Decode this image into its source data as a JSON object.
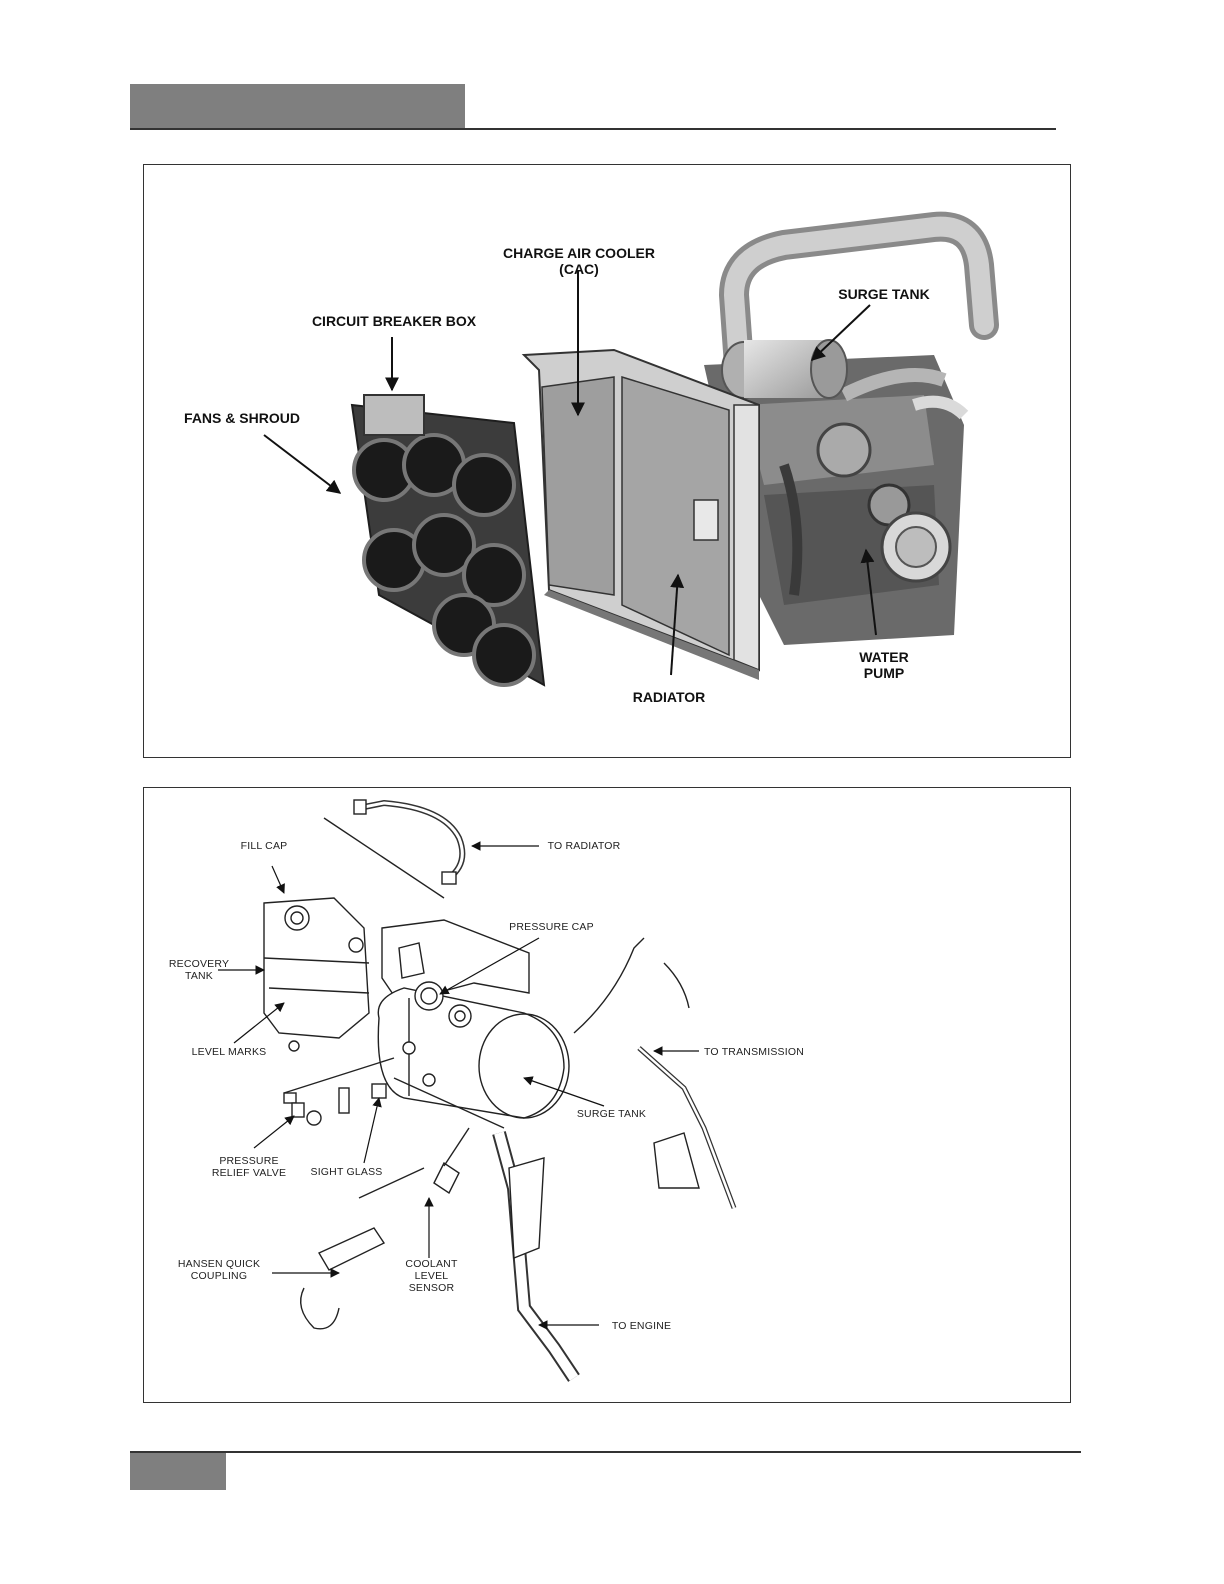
{
  "figure1": {
    "labels": {
      "charge_air_cooler": "CHARGE AIR COOLER",
      "charge_air_cooler_abbr": "(CAC)",
      "surge_tank": "SURGE TANK",
      "circuit_breaker_box": "CIRCUIT BREAKER BOX",
      "fans_shroud": "FANS & SHROUD",
      "water_pump_1": "WATER",
      "water_pump_2": "PUMP",
      "radiator": "RADIATOR"
    }
  },
  "figure2": {
    "labels": {
      "fill_cap": "FILL CAP",
      "to_radiator": "TO RADIATOR",
      "pressure_cap": "PRESSURE CAP",
      "recovery_tank_1": "RECOVERY",
      "recovery_tank_2": "TANK",
      "level_marks": "LEVEL MARKS",
      "to_transmission": "TO TRANSMISSION",
      "surge_tank": "SURGE TANK",
      "pressure_relief_1": "PRESSURE",
      "pressure_relief_2": "RELIEF VALVE",
      "sight_glass": "SIGHT GLASS",
      "hansen_1": "HANSEN QUICK",
      "hansen_2": "COUPLING",
      "coolant_1": "COOLANT",
      "coolant_2": "LEVEL",
      "coolant_3": "SENSOR",
      "to_engine": "TO ENGINE"
    }
  }
}
